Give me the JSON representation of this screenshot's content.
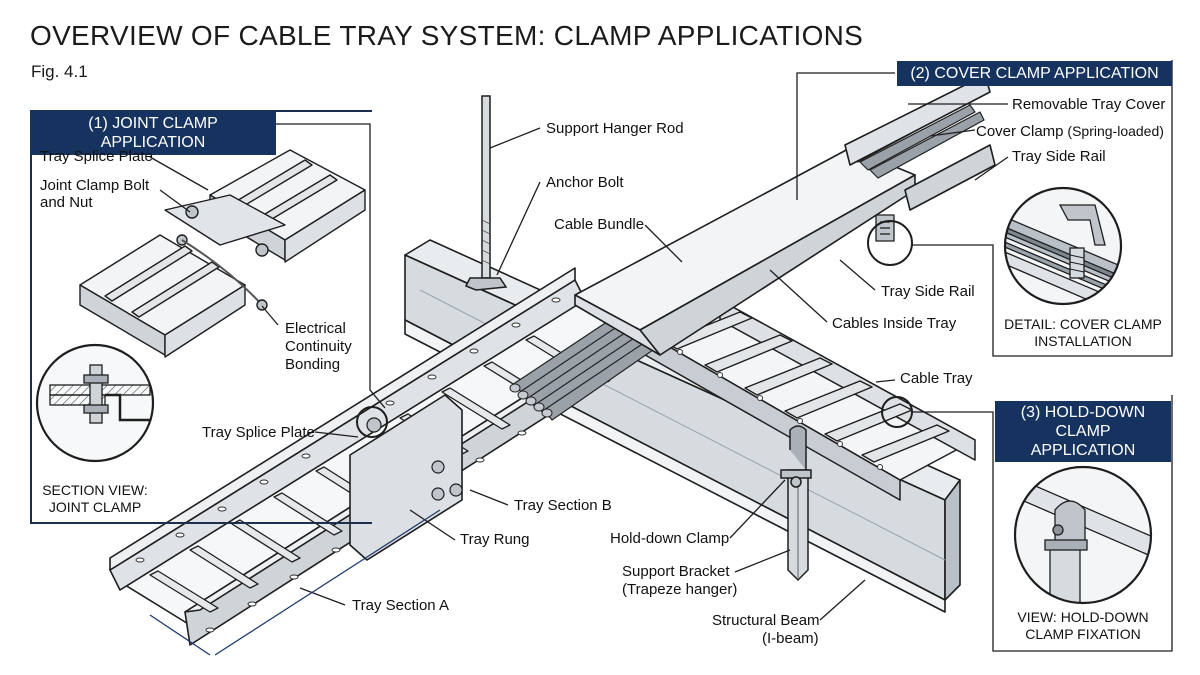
{
  "title": "OVERVIEW OF CABLE TRAY SYSTEM: CLAMP APPLICATIONS",
  "figure_number": "Fig. 4.1",
  "panels": {
    "joint": {
      "header": "(1) JOINT CLAMP APPLICATION",
      "labels": {
        "splice_plate": "Tray Splice Plate",
        "bolt_line1": "Joint Clamp Bolt",
        "bolt_line2": "and Nut",
        "bond_line1": "Electrical",
        "bond_line2": "Continuity",
        "bond_line3": "Bonding"
      },
      "caption_line1": "SECTION VIEW:",
      "caption_line2": "JOINT CLAMP"
    },
    "cover": {
      "header": "(2) COVER CLAMP APPLICATION",
      "labels": {
        "removable_cover": "Removable Tray Cover",
        "cover_clamp": "Cover Clamp",
        "cover_clamp_note": "(Spring-loaded)",
        "side_rail": "Tray Side Rail"
      },
      "caption_line1": "DETAIL: COVER CLAMP",
      "caption_line2": "INSTALLATION"
    },
    "holddown": {
      "header_line1": "(3) HOLD-DOWN CLAMP",
      "header_line2": "APPLICATION",
      "caption_line1": "VIEW: HOLD-DOWN",
      "caption_line2": "CLAMP FIXATION"
    }
  },
  "main_labels": {
    "hanger_rod": "Support Hanger Rod",
    "anchor_bolt": "Anchor Bolt",
    "cable_bundle": "Cable Bundle",
    "side_rail": "Tray Side Rail",
    "cables_inside": "Cables Inside Tray",
    "cable_tray": "Cable Tray",
    "splice_plate": "Tray Splice Plate",
    "section_b": "Tray Section B",
    "rung": "Tray Rung",
    "holddown_clamp": "Hold-down Clamp",
    "bracket_line1": "Support Bracket",
    "bracket_line2": "(Trapeze hanger)",
    "beam_line1": "Structural Beam",
    "beam_line2": "(I-beam)",
    "section_a": "Tray Section A"
  },
  "colors": {
    "accent_navy": "#16335f",
    "line": "#1e1e1e",
    "steel_light": "#eef0f2",
    "steel_mid": "#cfd4d9",
    "steel_dark": "#9aa2aa"
  }
}
